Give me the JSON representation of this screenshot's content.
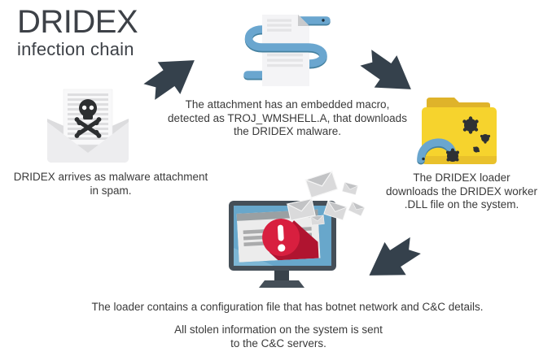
{
  "title": "DRIDEX",
  "subtitle": "infection chain",
  "colors": {
    "title_text": "#3d4147",
    "body_text": "#3a3a3a",
    "arrow": "#35414c",
    "worm_blue": "#6aa6cf",
    "worm_blue_dark": "#44809f",
    "folder_yellow": "#f6d32d",
    "folder_yellow_dark": "#dfb32a",
    "alert_red": "#d81f3f",
    "alert_red_dark": "#b01430",
    "monitor_frame": "#454f58",
    "screen_blue": "#68a7cb",
    "skull_dark": "#2d2f31"
  },
  "steps": [
    {
      "id": "spam-email",
      "icon": "envelope-skull-icon",
      "caption": "DRIDEX arrives as malware attachment\nin spam."
    },
    {
      "id": "macro-attachment",
      "icon": "document-worm-icon",
      "caption": "The attachment has an embedded macro,\ndetected as TROJ_WMSHELL.A, that downloads\nthe DRIDEX malware."
    },
    {
      "id": "loader-download",
      "icon": "folder-worm-icon",
      "caption": "The DRIDEX loader\ndownloads the DRIDEX worker\n.DLL file on the system."
    },
    {
      "id": "cnc-communication",
      "icon": "monitor-alert-icon",
      "caption": "The loader contains a configuration file that has botnet network and C&C details.",
      "caption2": "All stolen information on the system is sent\nto the C&C servers."
    }
  ],
  "arrows": [
    {
      "icon": "arrow-icon",
      "direction": "up-right"
    },
    {
      "icon": "arrow-icon",
      "direction": "down-right"
    },
    {
      "icon": "arrow-icon",
      "direction": "down-left"
    }
  ]
}
